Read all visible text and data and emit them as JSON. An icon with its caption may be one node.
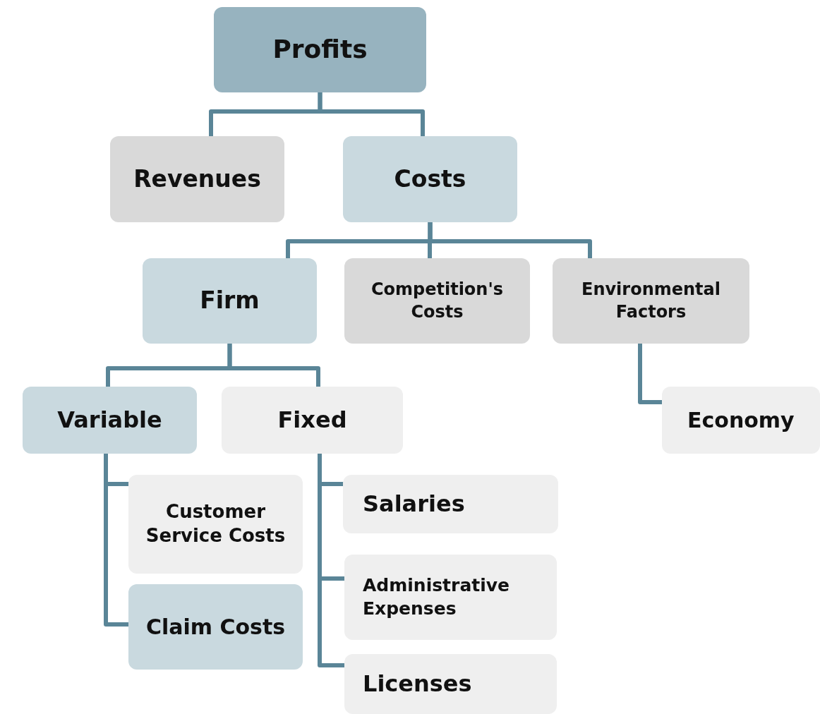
{
  "diagram": {
    "nodes": [
      {
        "text": [
          "Profits"
        ]
      },
      {
        "text": [
          "Revenues"
        ]
      },
      {
        "text": [
          "Costs"
        ]
      },
      {
        "text": [
          "Firm"
        ]
      },
      {
        "text": [
          "Competition's Costs"
        ]
      },
      {
        "text": [
          "Environmental Factors"
        ]
      },
      {
        "text": [
          "Variable"
        ]
      },
      {
        "text": [
          "Fixed"
        ]
      },
      {
        "text": [
          "Economy"
        ]
      },
      {
        "text": [
          "Customer Service Costs"
        ]
      },
      {
        "text": [
          "Claim Costs"
        ]
      },
      {
        "text": [
          "Salaries"
        ]
      },
      {
        "text": [
          "Administrative Expenses"
        ]
      },
      {
        "text": [
          "Licenses"
        ]
      }
    ],
    "edges": [
      {
        "from": 0,
        "to": 1,
        "arrow": "none"
      },
      {
        "from": 0,
        "to": 2,
        "arrow": "none"
      },
      {
        "from": 2,
        "to": 3,
        "arrow": "none"
      },
      {
        "from": 2,
        "to": 4,
        "arrow": "none"
      },
      {
        "from": 2,
        "to": 5,
        "arrow": "none"
      },
      {
        "from": 3,
        "to": 6,
        "arrow": "none"
      },
      {
        "from": 3,
        "to": 7,
        "arrow": "none"
      },
      {
        "from": 5,
        "to": 8,
        "arrow": "none"
      },
      {
        "from": 6,
        "to": 9,
        "arrow": "none"
      },
      {
        "from": 6,
        "to": 10,
        "arrow": "none"
      },
      {
        "from": 7,
        "to": 11,
        "arrow": "none"
      },
      {
        "from": 7,
        "to": 12,
        "arrow": "none"
      },
      {
        "from": 7,
        "to": 13,
        "arrow": "none"
      }
    ]
  }
}
